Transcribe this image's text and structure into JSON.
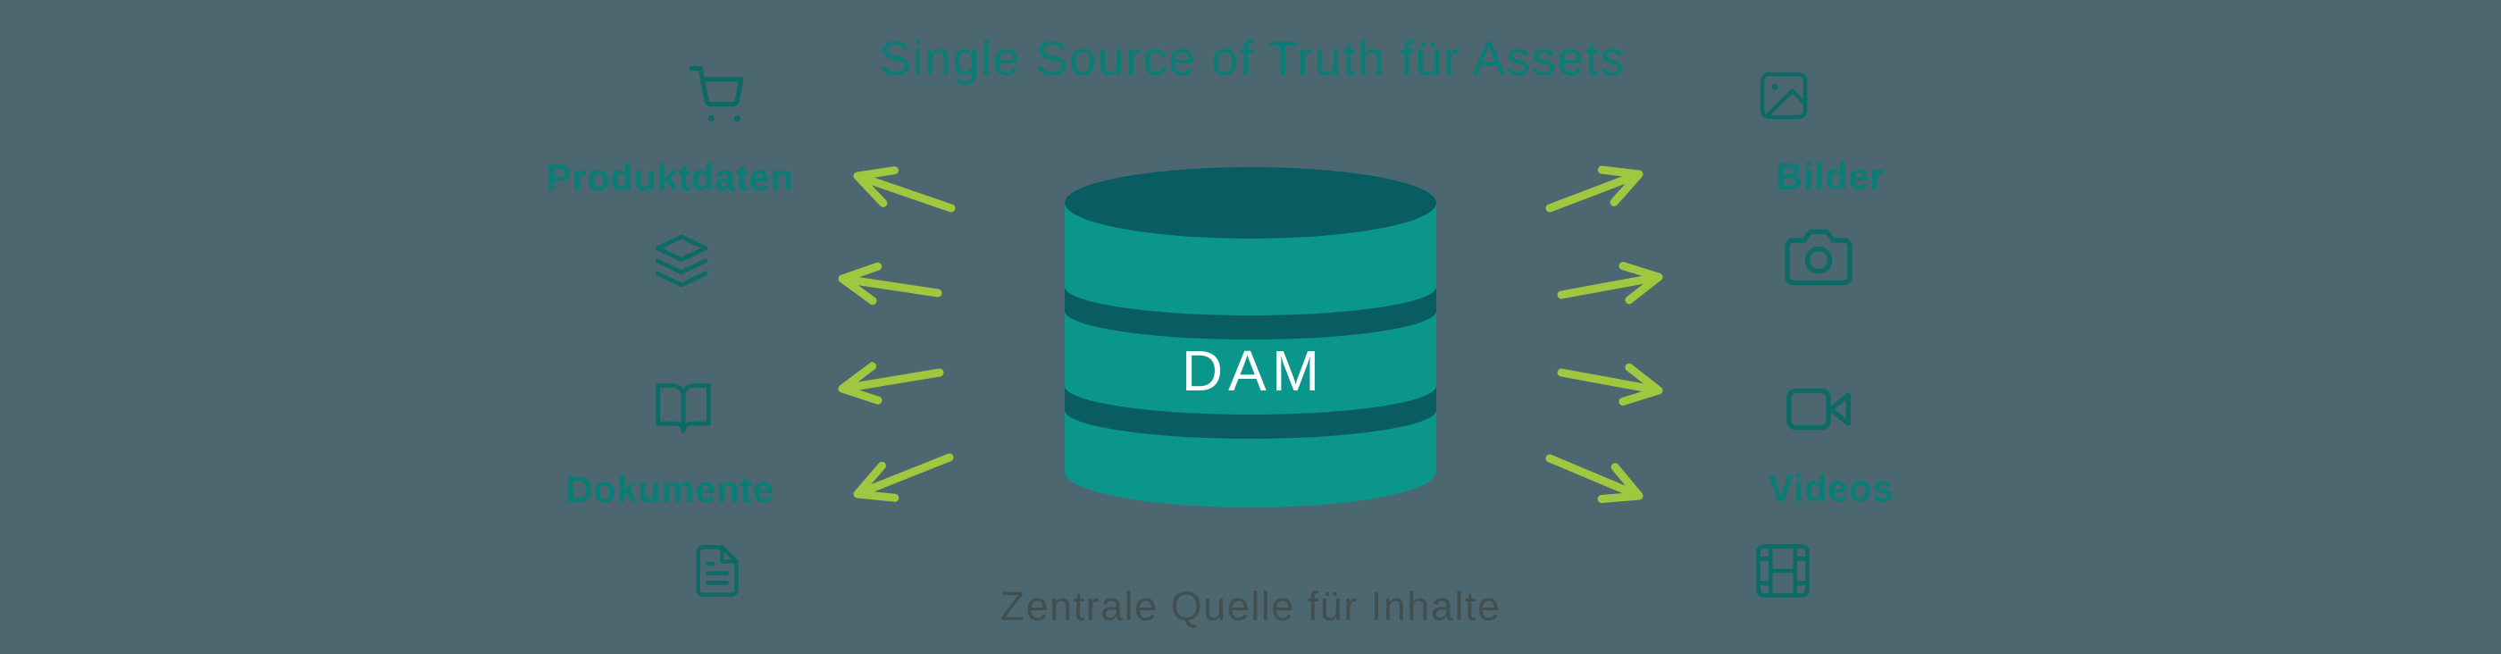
{
  "title": "Single Source of Truth für Assets",
  "subtitle": "Zentrale Quelle für Inhalte",
  "dam": {
    "label": "DAM"
  },
  "left_sources": [
    {
      "label": "Produktdaten",
      "icon_top": "shopping-cart-icon",
      "icon_bottom": "layers-icon"
    },
    {
      "label": "Dokumente",
      "icon_top": "book-open-icon",
      "icon_bottom": "file-text-icon"
    }
  ],
  "right_outputs": [
    {
      "label": "Bilder",
      "icon_top": "image-icon",
      "icon_bottom": "camera-icon"
    },
    {
      "label": "Videos",
      "icon_top": "video-camera-icon",
      "icon_bottom": "film-strip-icon"
    }
  ],
  "arrow_count_left": 4,
  "arrow_count_right": 4,
  "colors": {
    "background": "#4d6770",
    "teal_label": "#0a7e76",
    "teal_icon": "#0d6a66",
    "cylinder_body": "#0b968c",
    "cylinder_dark": "#0a5c63",
    "arrow_green": "#a0c740",
    "subtitle_text": "#41504f",
    "dam_text": "#ffffff"
  }
}
